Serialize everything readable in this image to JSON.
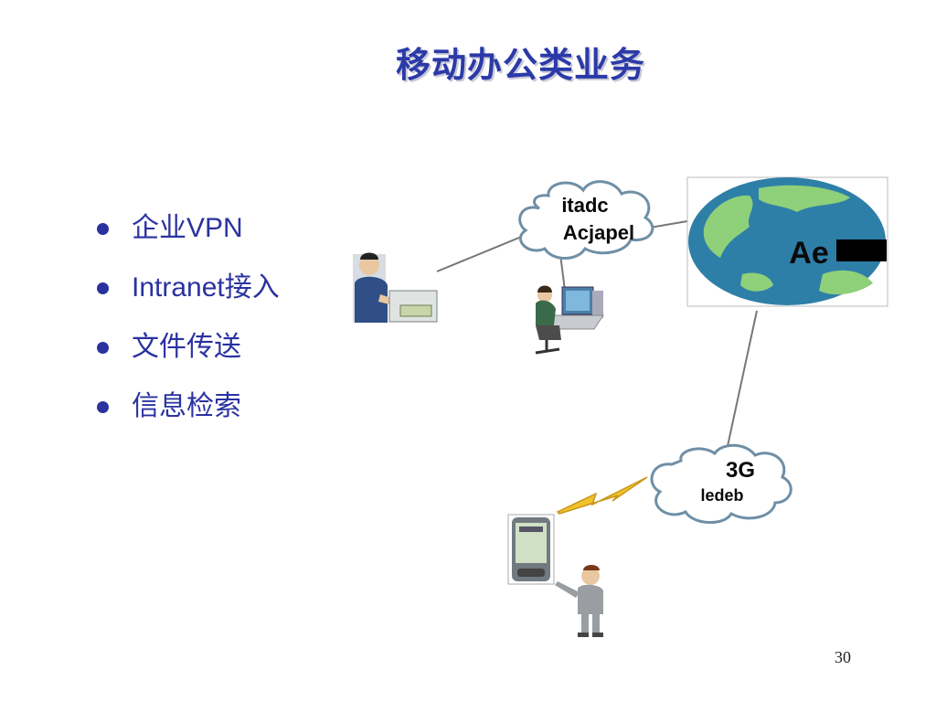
{
  "slide": {
    "title": "移动办公类业务",
    "bullets": [
      "企业VPN",
      "Intranet接入",
      "文件传送",
      "信息检索"
    ],
    "page_number": "30"
  },
  "diagram": {
    "cloud_top_label_1": "itadc",
    "cloud_top_label_2": "Acjapel",
    "cloud_3g_label_1": "3G",
    "cloud_3g_label_2": "ledeb",
    "globe_label": "Ae",
    "colors": {
      "title": "#2b3aa8",
      "text": "#2a32a0",
      "ocean": "#2e7fa8",
      "land": "#8fd07a"
    }
  }
}
